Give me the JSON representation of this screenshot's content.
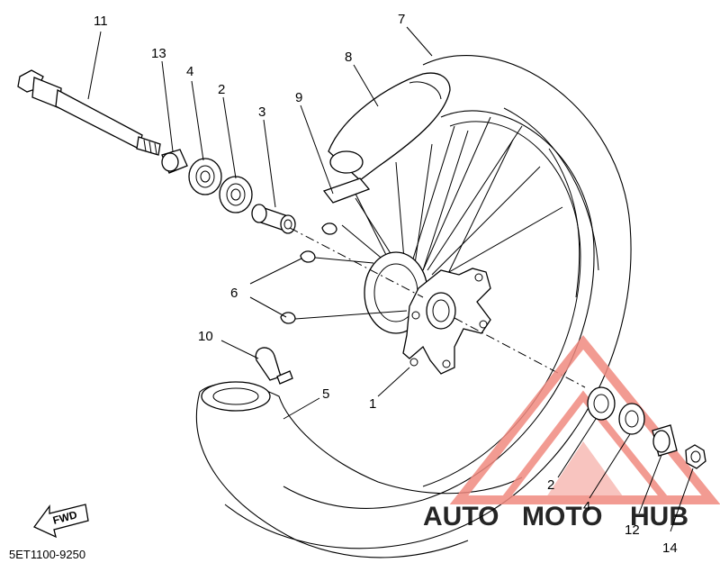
{
  "diagram": {
    "part_code": "5ET1100-9250",
    "fwd_label": "FWD",
    "callouts": [
      "11",
      "13",
      "4",
      "2",
      "3",
      "9",
      "8",
      "7",
      "6",
      "10",
      "5",
      "1",
      "2",
      "4",
      "12",
      "14"
    ],
    "watermark": {
      "part1": "AUTO",
      "part2": "MOTO",
      "part3": "HUB",
      "color_primary": "#f08a80",
      "color_secondary": "#f5c277",
      "color_dark": "#8a8a8a"
    }
  }
}
